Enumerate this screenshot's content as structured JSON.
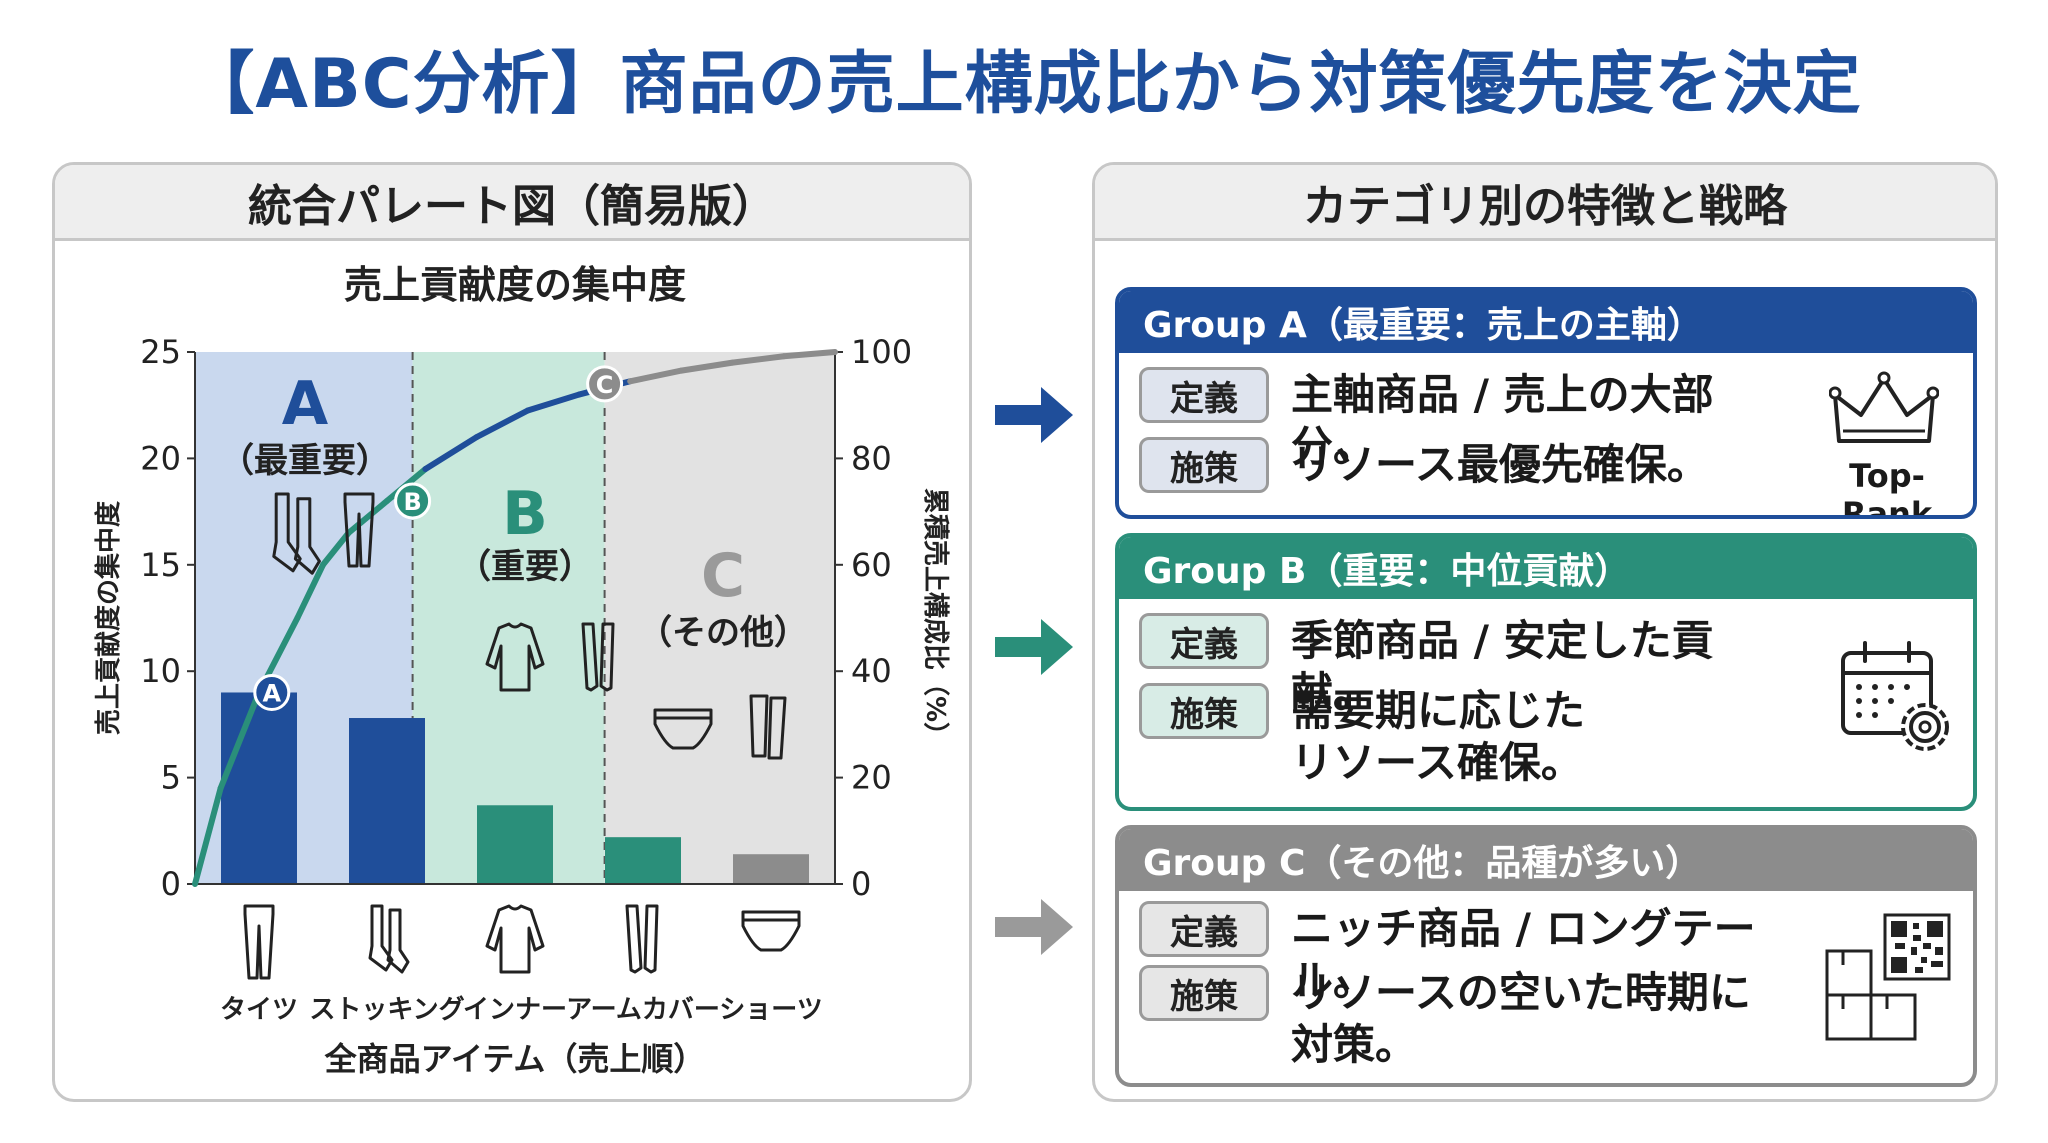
{
  "title": "【ABC分析】商品の売上構成比から対策優先度を決定",
  "left_panel": {
    "header": "統合パレート図（簡易版）",
    "subtitle": "売上貢献度の集中度",
    "zones": [
      {
        "letter": "A",
        "label": "（最重要）"
      },
      {
        "letter": "B",
        "label": "（重要）"
      },
      {
        "letter": "C",
        "label": "（その他）"
      }
    ],
    "markers": [
      "A",
      "B",
      "C"
    ]
  },
  "chart_data": {
    "type": "bar",
    "title": "売上貢献度の集中度",
    "xlabel": "全商品アイテム（売上順）",
    "ylabel": "売上貢献度の集中度",
    "y2label": "累積売上構成比（%）",
    "categories": [
      "タイツ",
      "ストッキング",
      "インナー",
      "アームカバー",
      "ショーツ"
    ],
    "values": [
      9.0,
      7.8,
      3.7,
      2.2,
      1.4
    ],
    "bar_colors": [
      "#1f4e9a",
      "#1f4e9a",
      "#2a8f7a",
      "#2a8f7a",
      "#8c8c8c"
    ],
    "ylim": [
      0,
      25
    ],
    "y_ticks": [
      0,
      5,
      10,
      15,
      20,
      25
    ],
    "y2lim": [
      0,
      100
    ],
    "y2_ticks": [
      0,
      20,
      40,
      60,
      80,
      100
    ],
    "cumulative_line": {
      "x": [
        0,
        0.2,
        0.5,
        0.8,
        1.0,
        1.2,
        1.5,
        1.8,
        2.2,
        2.6,
        3.0,
        3.4,
        3.8,
        4.2,
        4.6,
        5.0
      ],
      "y": [
        0,
        18,
        36,
        50,
        60,
        66,
        72,
        78,
        84,
        89,
        92,
        94.5,
        96.5,
        98,
        99.2,
        100
      ]
    },
    "marker_points": [
      {
        "label": "A",
        "x": 0.6,
        "y": 36
      },
      {
        "label": "B",
        "x": 1.7,
        "y": 72
      },
      {
        "label": "C",
        "x": 3.2,
        "y": 94
      }
    ],
    "zone_boundaries": [
      1.7,
      3.2
    ],
    "zone_colors": [
      "#c9d8ee",
      "#c8e8dc",
      "#e2e2e2"
    ],
    "grid": false
  },
  "right_panel": {
    "header": "カテゴリ別の特徴と戦略",
    "groups": [
      {
        "head": "Group A（最重要：売上の主軸）",
        "color": "#1f4e9a",
        "def_label": "定義",
        "def_text": "主軸商品 / 売上の大部分。",
        "act_label": "施策",
        "act_text": "リソース最優先確保。",
        "icon_caption": "Top-Rank"
      },
      {
        "head": "Group B（重要：中位貢献）",
        "color": "#2a8f7a",
        "def_label": "定義",
        "def_text": "季節商品 / 安定した貢献。",
        "act_label": "施策",
        "act_text": "需要期に応じたリソース確保。"
      },
      {
        "head": "Group C（その他：品種が多い）",
        "color": "#8c8c8c",
        "def_label": "定義",
        "def_text": "ニッチ商品 / ロングテール。",
        "act_label": "施策",
        "act_text": "リソースの空いた時期に対策。"
      }
    ]
  }
}
